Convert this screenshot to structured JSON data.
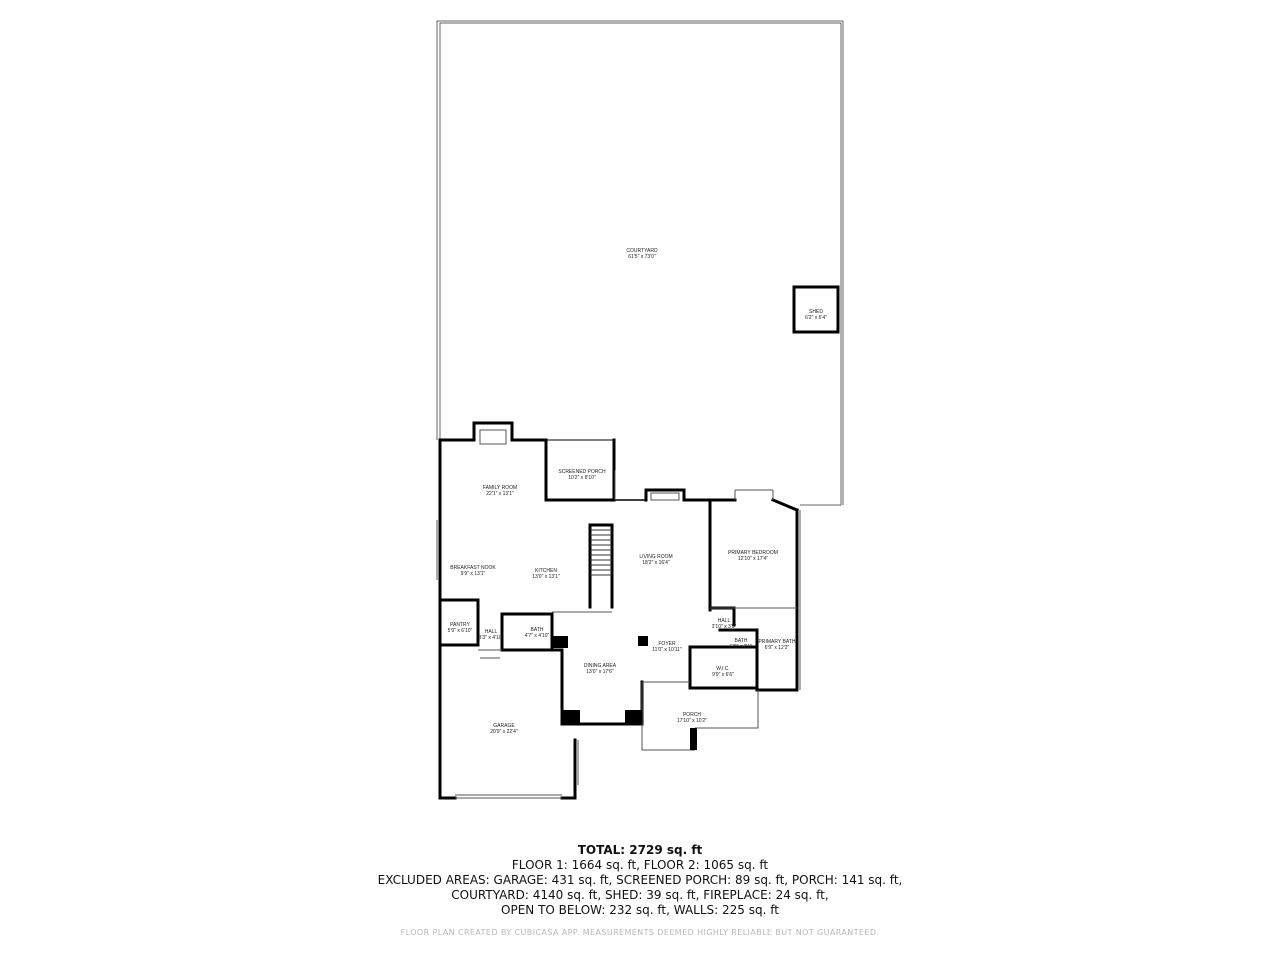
{
  "rooms": {
    "courtyard": {
      "name": "COURTYARD",
      "dim": "61'5\" x 73'0\""
    },
    "shed": {
      "name": "SHED",
      "dim": "6'2\" x 6'4\""
    },
    "family_room": {
      "name": "FAMILY ROOM",
      "dim": "22'1\" x 13'1\""
    },
    "screened_porch": {
      "name": "SCREENED PORCH",
      "dim": "10'2\" x 8'10\""
    },
    "breakfast_nook": {
      "name": "BREAKFAST NOOK",
      "dim": "9'9\" x 13'1\""
    },
    "kitchen": {
      "name": "KITCHEN",
      "dim": "13'0\" x 13'1\""
    },
    "living_room": {
      "name": "LIVING ROOM",
      "dim": "18'2\" x 16'4\""
    },
    "primary_bedroom": {
      "name": "PRIMARY BEDROOM",
      "dim": "12'10\" x 17'4\""
    },
    "pantry": {
      "name": "PANTRY",
      "dim": "5'9\" x 6'10\""
    },
    "hall_1": {
      "name": "HALL",
      "dim": "3'3\" x 4'10\""
    },
    "bath_1": {
      "name": "BATH",
      "dim": "4'7\" x 4'10\""
    },
    "hall_2": {
      "name": "HALL",
      "dim": "3'10\" x 3'5\""
    },
    "bath_2": {
      "name": "BATH",
      "dim": "5'0\" x 3'1\""
    },
    "primary_bath": {
      "name": "PRIMARY BATH",
      "dim": "6'9\" x 12'2\""
    },
    "foyer": {
      "name": "FOYER",
      "dim": "11'0\" x 10'11\""
    },
    "dining_area": {
      "name": "DINING AREA",
      "dim": "13'0\" x 17'6\""
    },
    "wic": {
      "name": "W.I.C.",
      "dim": "9'9\" x 6'6\""
    },
    "porch": {
      "name": "PORCH",
      "dim": "17'10\" x 10'2\""
    },
    "garage": {
      "name": "GARAGE",
      "dim": "20'9\" x 22'4\""
    }
  },
  "summary": {
    "total": "TOTAL: 2729 sq. ft",
    "floors": "FLOOR 1: 1664 sq. ft, FLOOR 2: 1065 sq. ft",
    "excluded_1": "EXCLUDED AREAS: GARAGE: 431 sq. ft, SCREENED PORCH: 89 sq. ft, PORCH: 141 sq. ft,",
    "excluded_2": "COURTYARD: 4140 sq. ft, SHED: 39 sq. ft, FIREPLACE: 24 sq. ft,",
    "excluded_3": "OPEN TO BELOW: 232 sq. ft, WALLS: 225 sq. ft"
  },
  "footer": "FLOOR PLAN CREATED BY CUBICASA APP. MEASUREMENTS DEEMED HIGHLY RELIABLE BUT NOT GUARANTEED.",
  "colors": {
    "wall": "#000000",
    "thin_line": "#555555",
    "footer_text": "#b8b8b8"
  }
}
